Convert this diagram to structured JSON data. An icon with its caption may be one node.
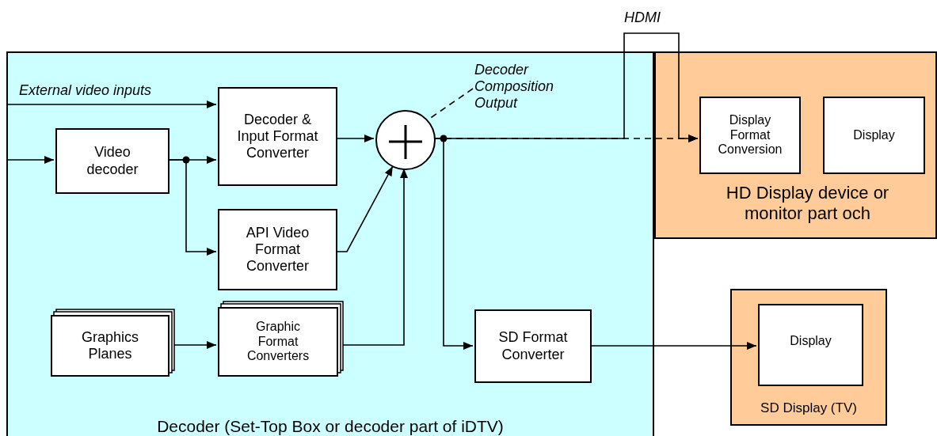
{
  "diagram": {
    "nodes": [
      {
        "text": [
          "Decoder (Set-Top Box or decoder part of iDTV)"
        ]
      },
      {
        "text": [
          "Video decoder"
        ],
        "in": 0
      },
      {
        "text": [
          "Decoder & Input Format Converter"
        ],
        "in": 0
      },
      {
        "text": [
          "API Video Format Converter"
        ],
        "in": 0
      },
      {
        "text": [],
        "shape": "circle",
        "in": 0
      },
      {
        "text": [
          "Graphics Planes"
        ],
        "in": 0
      },
      {
        "text": [
          "Graphic Format Converters"
        ],
        "in": 0
      },
      {
        "text": [
          "SD Format Converter"
        ],
        "in": 0
      },
      {
        "text": [
          "HD Display device or monitor part och"
        ]
      },
      {
        "text": [
          "Display Format Conversion"
        ],
        "in": 8
      },
      {
        "text": [
          "Display"
        ],
        "in": 8
      },
      {
        "text": [
          "SD Display (TV)"
        ]
      },
      {
        "text": [
          "Display"
        ],
        "in": 11
      },
      {
        "text": [
          "Decoder Composition Output"
        ],
        "in": 0
      }
    ],
    "edges": [
      {
        "from": null,
        "to": 1,
        "arrow": "to"
      },
      {
        "from": null,
        "to": 2,
        "arrow": "to",
        "label": "External video inputs"
      },
      {
        "from": 1,
        "to": 2,
        "arrow": "to"
      },
      {
        "from": 1,
        "to": 3,
        "arrow": "to"
      },
      {
        "from": 2,
        "to": 4,
        "arrow": "to"
      },
      {
        "from": 3,
        "to": 4,
        "arrow": "to"
      },
      {
        "from": 6,
        "to": 4,
        "arrow": "to"
      },
      {
        "from": 5,
        "to": 6,
        "arrow": "to"
      },
      {
        "from": 4,
        "to": 9,
        "arrow": "to",
        "label": "HDMI"
      },
      {
        "from": 4,
        "to": 9,
        "arrow": "to",
        "style": "dashed"
      },
      {
        "from": 4,
        "to": 7,
        "arrow": "to"
      },
      {
        "from": 7,
        "to": 12,
        "arrow": "to"
      },
      {
        "from": 13,
        "to": 4,
        "arrow": "none",
        "style": "dashed"
      }
    ]
  }
}
